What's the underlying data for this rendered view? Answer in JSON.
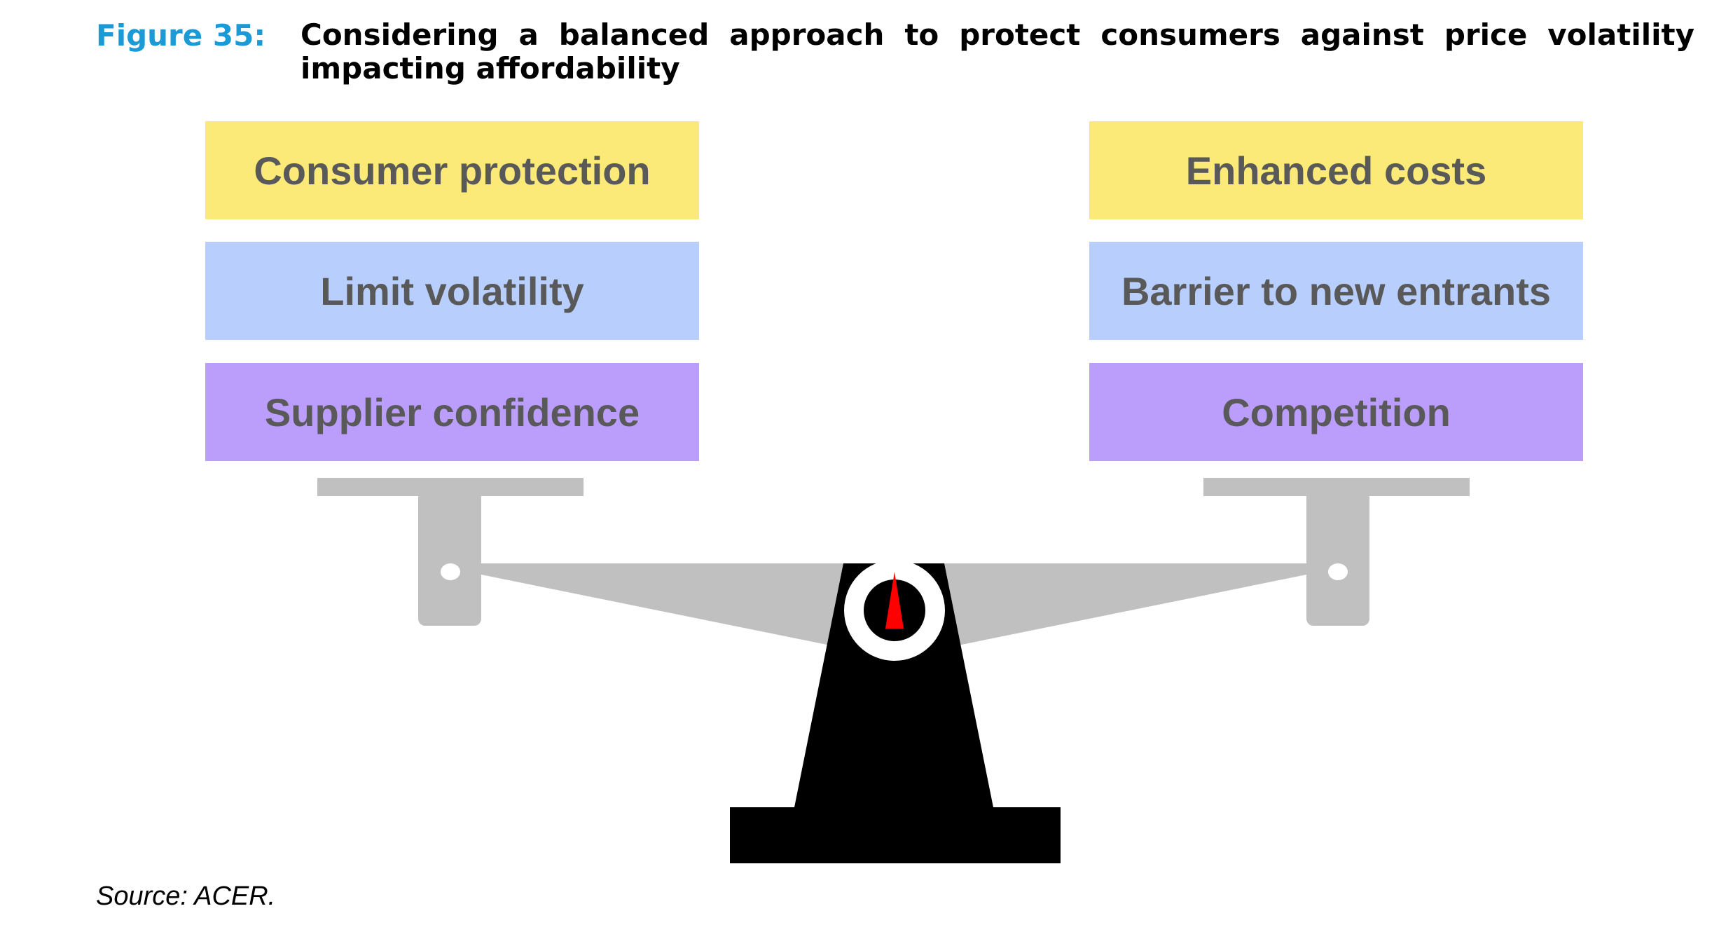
{
  "figure": {
    "label": "Figure 35:",
    "title": "Considering a balanced approach to protect consumers against price volatility impacting affordability"
  },
  "scale": {
    "left_items": [
      {
        "label": "Consumer protection",
        "color": "#fbe978"
      },
      {
        "label": "Limit volatility",
        "color": "#b8cffd"
      },
      {
        "label": "Supplier confidence",
        "color": "#bb9dfb"
      }
    ],
    "right_items": [
      {
        "label": "Enhanced costs",
        "color": "#fbe978"
      },
      {
        "label": "Barrier to new entrants",
        "color": "#b8cffd"
      },
      {
        "label": "Competition",
        "color": "#bb9dfb"
      }
    ],
    "colors": {
      "beam": "#c0c0c0",
      "base": "#000000",
      "needle": "#ff0000"
    }
  },
  "source": "Source: ACER."
}
